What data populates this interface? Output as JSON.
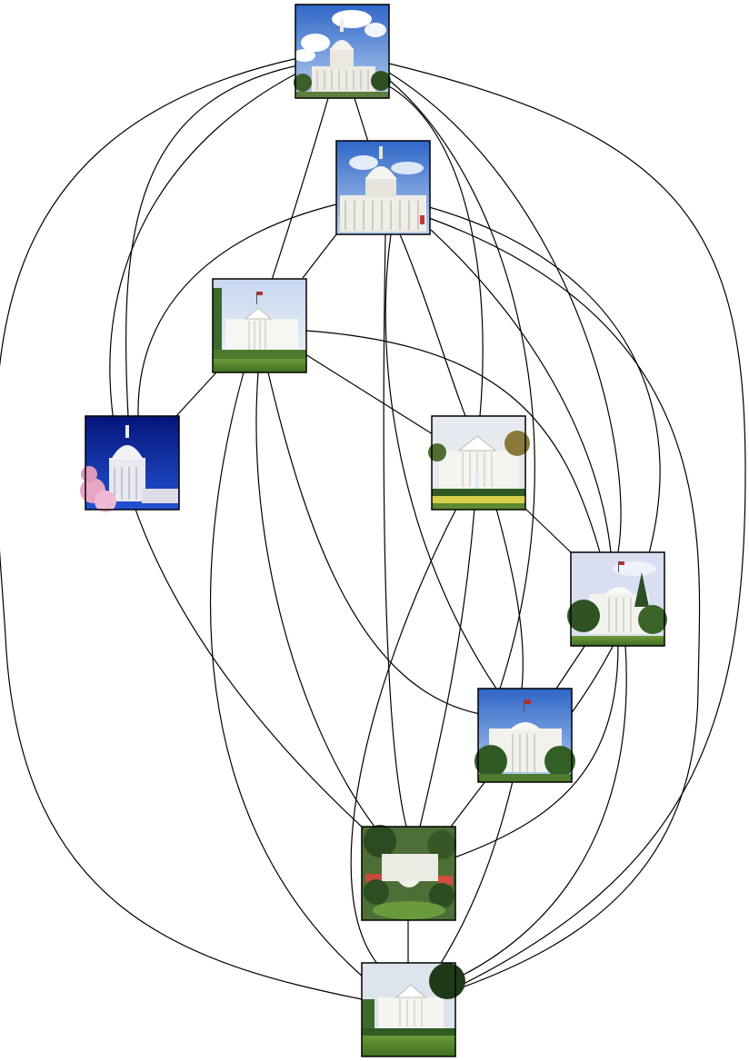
{
  "diagram": {
    "type": "graph",
    "nodes": [
      {
        "id": "n1",
        "subject": "capitol",
        "variant": "capitol-clouds-trees"
      },
      {
        "id": "n2",
        "subject": "capitol",
        "variant": "capitol-blue-sky"
      },
      {
        "id": "n3",
        "subject": "white-house",
        "variant": "white-house-north-lawn"
      },
      {
        "id": "n4",
        "subject": "capitol",
        "variant": "capitol-dome-cherry-blossoms"
      },
      {
        "id": "n5",
        "subject": "white-house",
        "variant": "white-house-fountain"
      },
      {
        "id": "n6",
        "subject": "white-house",
        "variant": "white-house-south-trees"
      },
      {
        "id": "n7",
        "subject": "white-house",
        "variant": "white-house-south-portico"
      },
      {
        "id": "n8",
        "subject": "white-house",
        "variant": "white-house-aerial"
      },
      {
        "id": "n9",
        "subject": "white-house",
        "variant": "white-house-north-lawn-tree"
      }
    ],
    "edges": [
      [
        "n1",
        "n2"
      ],
      [
        "n1",
        "n3"
      ],
      [
        "n1",
        "n4"
      ],
      [
        "n1",
        "n5"
      ],
      [
        "n1",
        "n6"
      ],
      [
        "n1",
        "n7"
      ],
      [
        "n1",
        "n8"
      ],
      [
        "n1",
        "n9"
      ],
      [
        "n2",
        "n3"
      ],
      [
        "n2",
        "n4"
      ],
      [
        "n2",
        "n5"
      ],
      [
        "n2",
        "n6"
      ],
      [
        "n2",
        "n7"
      ],
      [
        "n2",
        "n8"
      ],
      [
        "n2",
        "n9"
      ],
      [
        "n3",
        "n4"
      ],
      [
        "n3",
        "n5"
      ],
      [
        "n3",
        "n6"
      ],
      [
        "n3",
        "n7"
      ],
      [
        "n3",
        "n8"
      ],
      [
        "n3",
        "n9"
      ],
      [
        "n5",
        "n6"
      ],
      [
        "n5",
        "n7"
      ],
      [
        "n5",
        "n8"
      ],
      [
        "n5",
        "n9"
      ],
      [
        "n6",
        "n7"
      ],
      [
        "n6",
        "n8"
      ],
      [
        "n6",
        "n9"
      ],
      [
        "n7",
        "n8"
      ],
      [
        "n7",
        "n9"
      ],
      [
        "n8",
        "n9"
      ]
    ],
    "colors": {
      "edge": "#000000",
      "background": "#ffffff",
      "sky": "#4f86d8",
      "deep_sky": "#0a2fb0",
      "building": "#f4f4f0",
      "foliage": "#3f6b2a",
      "lawn": "#5f8f36"
    }
  }
}
